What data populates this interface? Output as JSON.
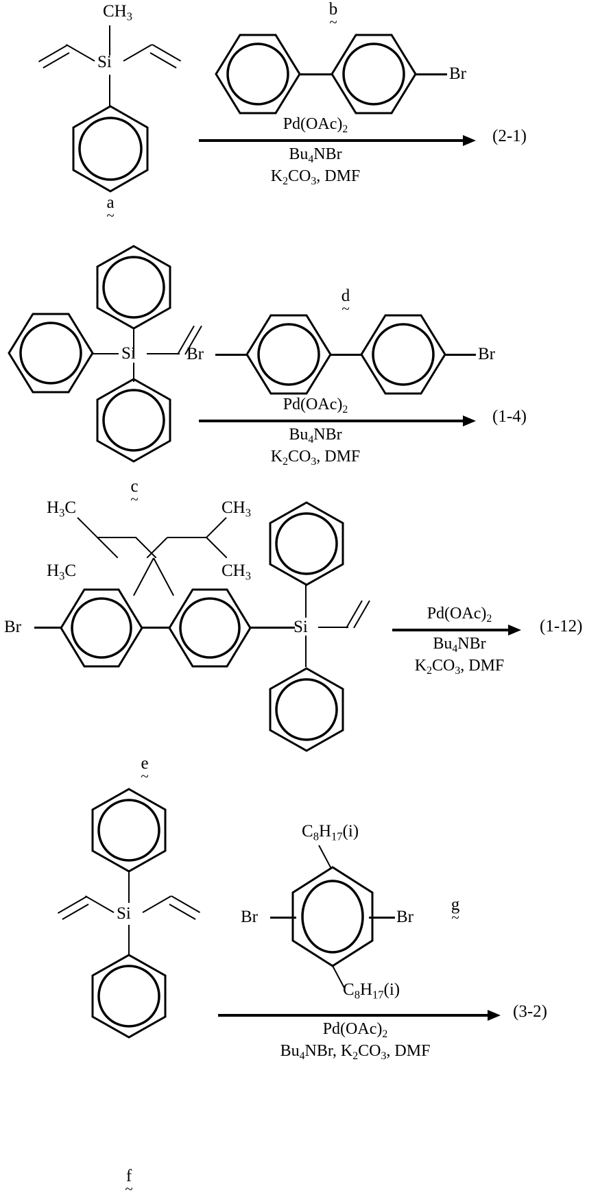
{
  "document": {
    "type": "chemical-reaction-scheme-sheet",
    "background": "#ffffff",
    "ink": "#000000"
  },
  "schemes": [
    {
      "id": "scheme-2-1",
      "equation_number": "(2-1)",
      "reactants": [
        {
          "label": "a",
          "name": "methyl(divinyl)phenylsilane",
          "atoms": [
            "CH3",
            "Si"
          ],
          "rings": 1,
          "vinyl_groups": 2
        },
        {
          "label": "b",
          "name": "4-bromobiphenyl",
          "atoms": [
            "Br"
          ],
          "rings": 2,
          "vinyl_groups": 0
        }
      ],
      "conditions_above": [
        "Pd(OAc)2"
      ],
      "conditions_below": [
        "Bu4NBr",
        "K2CO3, DMF"
      ]
    },
    {
      "id": "scheme-1-4",
      "equation_number": "(1-4)",
      "reactants": [
        {
          "label": "c",
          "name": "triphenylvinylsilane",
          "atoms": [
            "Si"
          ],
          "rings": 3,
          "vinyl_groups": 1
        },
        {
          "label": "d",
          "name": "4,4'-dibromobiphenyl",
          "atoms": [
            "Br",
            "Br"
          ],
          "rings": 2,
          "vinyl_groups": 0
        }
      ],
      "conditions_above": [
        "Pd(OAc)2"
      ],
      "conditions_below": [
        "Bu4NBr",
        "K2CO3, DMF"
      ]
    },
    {
      "id": "scheme-1-12",
      "equation_number": "(1-12)",
      "reactants": [
        {
          "label": "e",
          "name": "2-bromo-9,9-bis(2-methylpropyl)-7-(diphenylvinylsilyl)fluorene",
          "atoms": [
            "H3C",
            "CH3",
            "H3C",
            "CH3",
            "Br",
            "Si"
          ],
          "rings": 4,
          "vinyl_groups": 1
        }
      ],
      "conditions_above": [
        "Pd(OAc)2"
      ],
      "conditions_below": [
        "Bu4NBr",
        "K2CO3, DMF"
      ]
    },
    {
      "id": "scheme-3-2",
      "equation_number": "(3-2)",
      "reactants": [
        {
          "label": "f",
          "name": "diphenyldivinylsilane",
          "atoms": [
            "Si"
          ],
          "rings": 2,
          "vinyl_groups": 2
        },
        {
          "label": "g",
          "name": "1,5-dibromo-2,4-bis(isooctyl)benzene",
          "atoms": [
            "C8H17(i)",
            "Br",
            "Br",
            "C8H17(i)"
          ],
          "rings": 1,
          "vinyl_groups": 0
        }
      ],
      "conditions_above": [],
      "conditions_below": [
        "Pd(OAc)2",
        "Bu4NBr, K2CO3, DMF"
      ]
    }
  ],
  "text": {
    "ch3": "CH",
    "ch3_sub": "3",
    "h3c_pre": "H",
    "h3c_sub": "3",
    "h3c_post": "C",
    "si": "Si",
    "br": "Br",
    "octyl_c": "C",
    "octyl_sub1": "8",
    "octyl_h": "H",
    "octyl_sub2": "17",
    "octyl_i": "(i)",
    "pd_oac": "Pd(OAc)",
    "pd_sub": "2",
    "bu4nbr_pre": "Bu",
    "bu4nbr_sub": "4",
    "bu4nbr_post": "NBr",
    "k2co3_k": "K",
    "k2co3_sub1": "2",
    "k2co3_co": "CO",
    "k2co3_sub2": "3",
    "k2co3_tail": ", DMF",
    "bu_k_combined_pre": "Bu",
    "bu_k_combined_mid": "NBr, K",
    "bu_k_combined_co": "CO",
    "bu_k_combined_tail": ", DMF",
    "label_a": "a",
    "label_b": "b",
    "label_c": "c",
    "label_d": "d",
    "label_e": "e",
    "label_f": "f",
    "label_g": "g",
    "tilde": "~",
    "eq_2_1": "(2-1)",
    "eq_1_4": "(1-4)",
    "eq_1_12": "(1-12)",
    "eq_3_2": "(3-2)"
  }
}
